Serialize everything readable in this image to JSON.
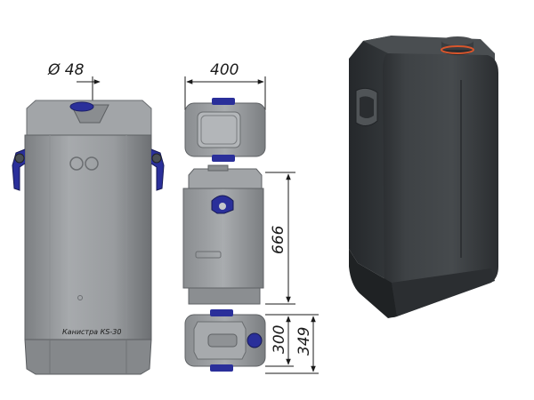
{
  "drawing": {
    "front_label": "Канистра КS-30",
    "dimensions": {
      "neck_diameter": "Ø 48",
      "width": "400",
      "height": "666",
      "depth_a": "300",
      "depth_b": "349"
    }
  },
  "colors": {
    "body_light": "#9a9da0",
    "body_mid": "#7f8285",
    "body_dark": "#5f6265",
    "accent_blue": "#2a2f9a",
    "cap_orange": "#d9562c",
    "photo_body": "#3c4043",
    "photo_shadow": "#1f2224"
  },
  "icons": {
    "handle": "handle-icon",
    "cap": "cap-icon"
  }
}
